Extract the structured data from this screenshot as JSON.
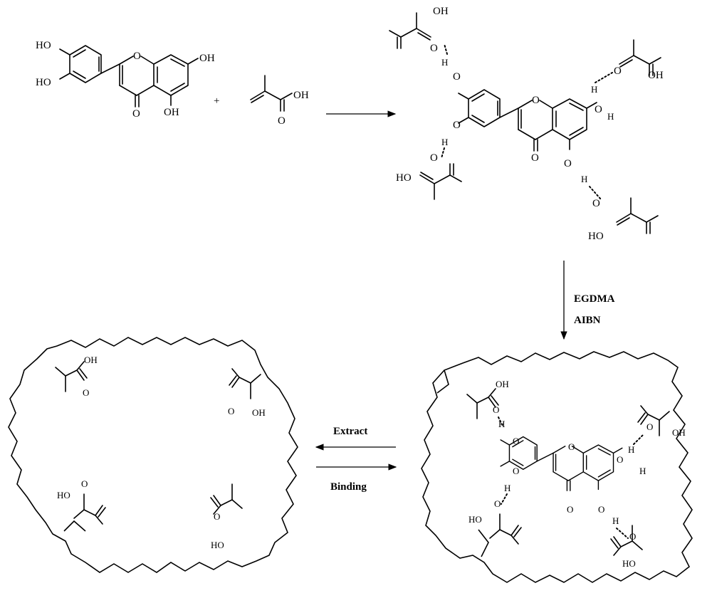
{
  "atoms": {
    "hydroxyl": "HO",
    "hydroxyl_right": "OH",
    "oxygen": "O",
    "hydrogen": "H"
  },
  "step_arrows": {
    "plus_sign": "+",
    "reagent_1": "EGDMA",
    "reagent_2": "AIBN",
    "extract_label": "Extract",
    "binding_label": "Binding"
  },
  "styles": {
    "line_color": "#000000",
    "background": "#ffffff"
  }
}
